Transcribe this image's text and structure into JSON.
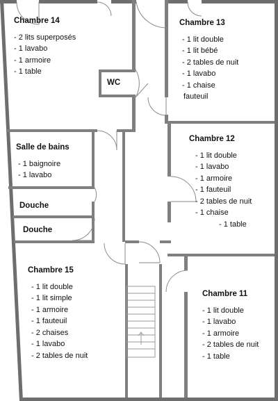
{
  "rooms": {
    "chambre14": {
      "title": "Chambre 14",
      "items": [
        "- 2 lits superposés",
        "- 1 lavabo",
        "- 1 armoire",
        "- 1 table"
      ]
    },
    "chambre13": {
      "title": "Chambre 13",
      "items": [
        "- 1 lit double",
        "- 1 lit bébé",
        "- 2 tables de nuit",
        "- 1 lavabo",
        "- 1 chaise",
        "fauteuil"
      ]
    },
    "wc": {
      "title": "WC"
    },
    "chambre12": {
      "title": "Chambre 12",
      "items": [
        "- 1 lit double",
        "- 1 lavabo",
        "- 1 armoire",
        "- 1 fauteuil",
        "- 2 tables de nuit",
        "- 1 chaise"
      ],
      "extra": "- 1 table"
    },
    "salle_de_bains": {
      "title": "Salle de bains",
      "items": [
        "- 1 baignoire",
        "- 1 lavabo"
      ]
    },
    "douche1": {
      "title": "Douche"
    },
    "douche2": {
      "title": "Douche"
    },
    "chambre15": {
      "title": "Chambre 15",
      "items": [
        "- 1 lit double",
        "- 1 lit simple",
        "- 1 armoire",
        "- 1 fauteuil",
        "- 2 chaises",
        "- 1 lavabo",
        "- 2 tables de nuit"
      ]
    },
    "chambre11": {
      "title": "Chambre 11",
      "items": [
        "- 1 lit double",
        "- 1 lavabo",
        "- 1 armoire",
        "- 2 tables de nuit",
        "- 1 table"
      ]
    }
  },
  "colors": {
    "wall": "#7a7a7a",
    "wall_dark": "#555555",
    "line": "#8a8a8a"
  }
}
